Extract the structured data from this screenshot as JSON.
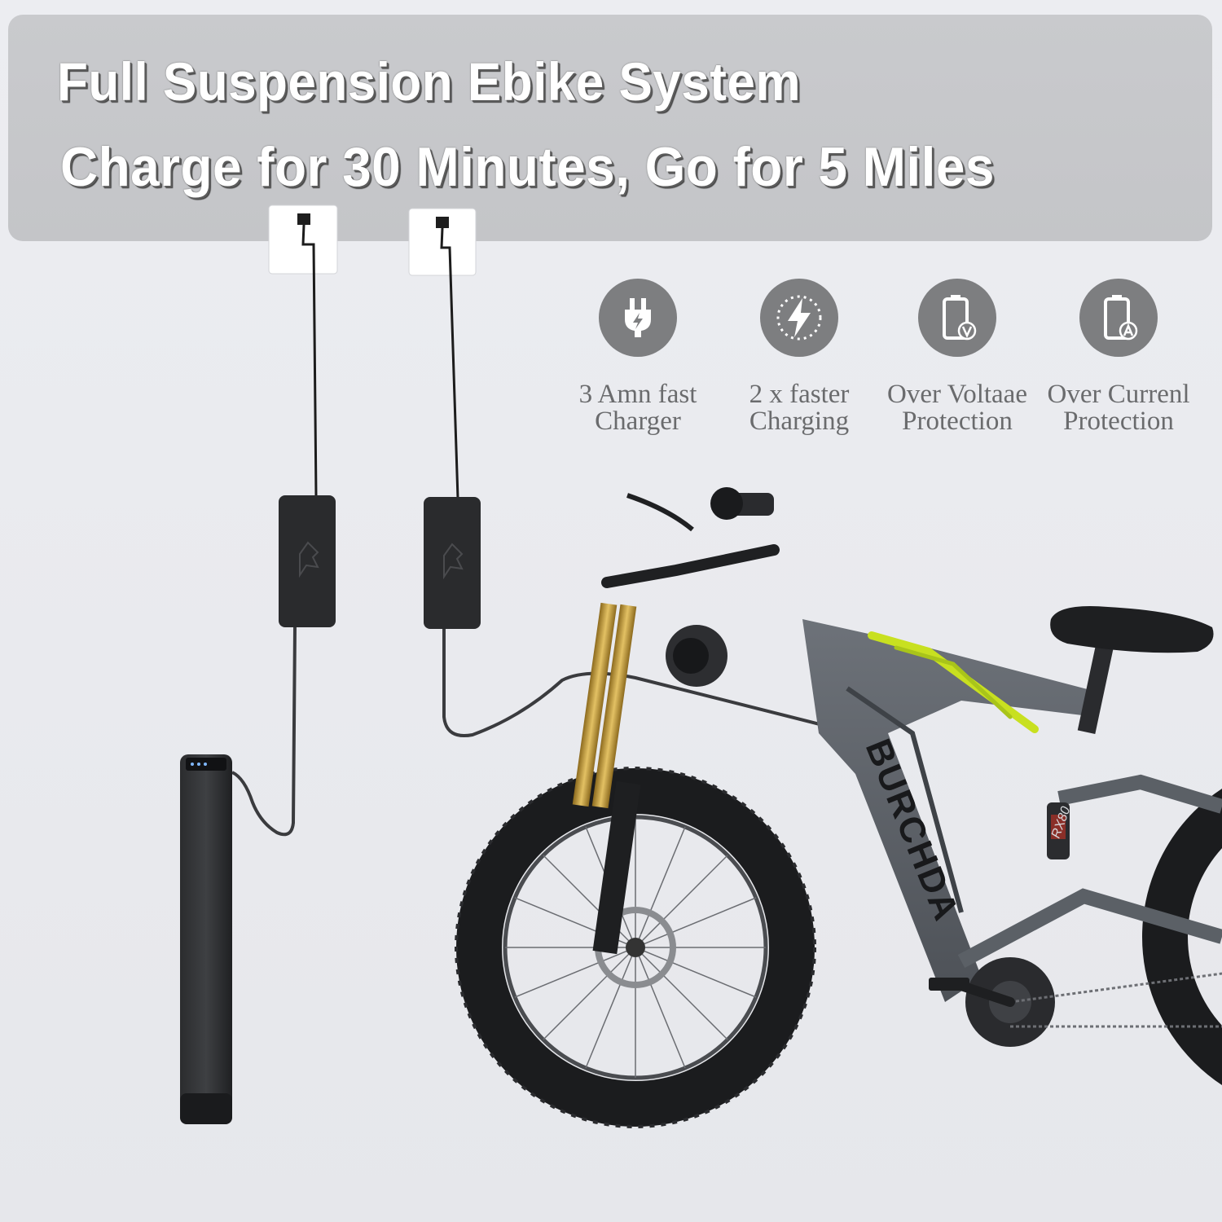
{
  "banner": {
    "headline_1": "Full Suspension Ebike System",
    "headline_2": "Charge for 30 Minutes, Go for 5 Miles"
  },
  "features": [
    {
      "icon": "plug-icon",
      "label": "3 Amn fast\nCharger"
    },
    {
      "icon": "lightning-charging-icon",
      "label": "2 x faster\nCharging"
    },
    {
      "icon": "battery-voltage-icon",
      "label": "Over Voltaae\nProtection"
    },
    {
      "icon": "battery-current-icon",
      "label": "Over Currenl\nProtection"
    }
  ],
  "product": {
    "brand_text": "BURCHDA",
    "model_text": "RX80"
  },
  "colors": {
    "background": "#e9eaee",
    "banner": "#c6c7ca",
    "icon_circle": "#7d7e80",
    "frame": "#5b6066",
    "accent_green": "#c8e020",
    "fork_gold": "#c7a23a"
  }
}
